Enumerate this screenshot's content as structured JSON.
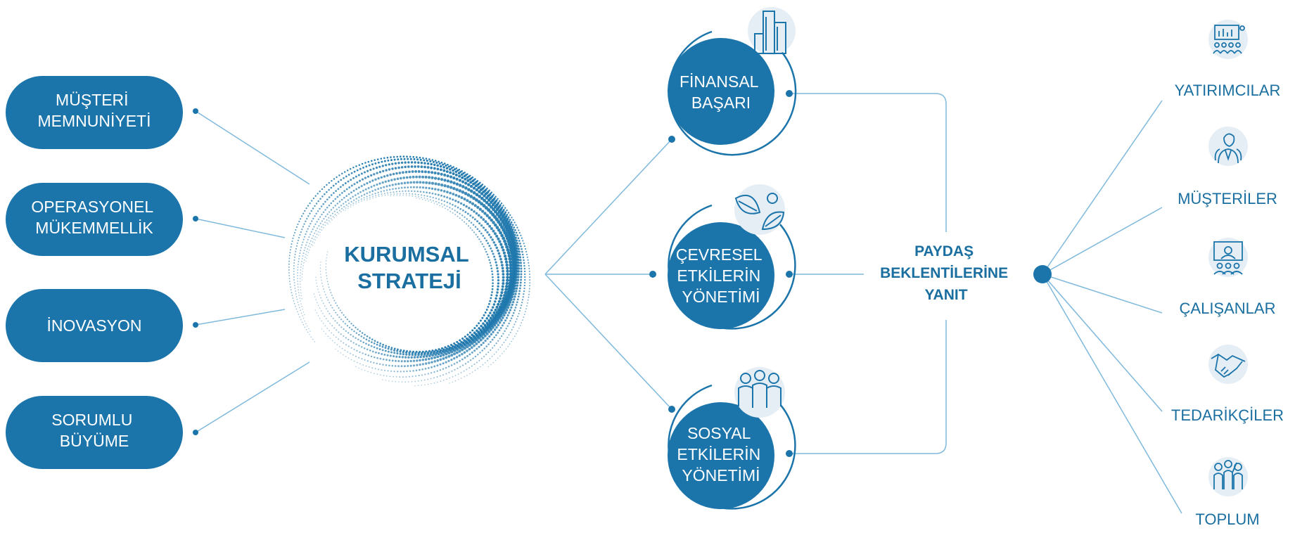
{
  "pillars": [
    {
      "lines": [
        "MÜŞTERİ",
        "MEMNUNİYETİ"
      ]
    },
    {
      "lines": [
        "OPERASYONEL",
        "MÜKEMMELLİK"
      ]
    },
    {
      "lines": [
        "İNOVASYON"
      ]
    },
    {
      "lines": [
        "SORUMLU",
        "BÜYÜME"
      ]
    }
  ],
  "center": {
    "lines": [
      "KURUMSAL",
      "STRATEJİ"
    ]
  },
  "outcomes": [
    {
      "lines": [
        "FİNANSAL",
        "BAŞARI"
      ],
      "icon": "buildings-icon"
    },
    {
      "lines": [
        "ÇEVRESEL",
        "ETKİLERİN",
        "YÖNETİMİ"
      ],
      "icon": "leaf-icon"
    },
    {
      "lines": [
        "SOSYAL",
        "ETKİLERİN",
        "YÖNETİMİ"
      ],
      "icon": "people-icon"
    }
  ],
  "response": {
    "lines": [
      "PAYDAŞ",
      "BEKLENTİLERİNE",
      "YANIT"
    ]
  },
  "stakeholders": [
    {
      "label": "YATIRIMCILAR",
      "icon": "investor-presentation-icon"
    },
    {
      "label": "MÜŞTERİLER",
      "icon": "customer-icon"
    },
    {
      "label": "ÇALIŞANLAR",
      "icon": "team-meeting-icon"
    },
    {
      "label": "TEDARİKÇİLER",
      "icon": "handshake-icon"
    },
    {
      "label": "TOPLUM",
      "icon": "community-icon"
    }
  ],
  "colors": {
    "primary": "#1b75ab",
    "text_blue": "#1a6fa0",
    "line": "#7fb9dc",
    "icon_bg": "#e6eef5"
  }
}
